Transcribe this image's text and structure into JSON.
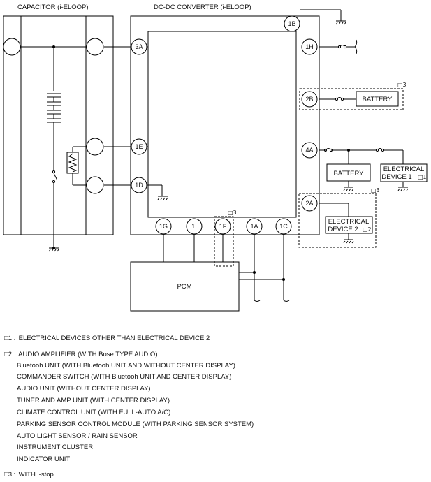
{
  "labels": {
    "capacitor": "CAPACITOR (i-ELOOP)",
    "converter": "DC-DC CONVERTER (i-ELOOP)",
    "pcm": "PCM",
    "battery_main": "BATTERY",
    "battery_aux": "BATTERY",
    "ed1_line1": "ELECTRICAL",
    "ed1_line2": "DEVICE 1",
    "ed1_mark": "□1",
    "ed2_line1": "ELECTRICAL",
    "ed2_line2": "DEVICE 2",
    "ed2_mark": "□2",
    "mark3": "□3"
  },
  "pins": {
    "p1B": "1B",
    "p3A": "3A",
    "p1H": "1H",
    "p2B": "2B",
    "p1E": "1E",
    "p4A": "4A",
    "p1D": "1D",
    "p2A": "2A",
    "p1G": "1G",
    "p1I": "1I",
    "p1F": "1F",
    "p1A": "1A",
    "p1C": "1C"
  },
  "notes": {
    "n1_key": "□1 :",
    "n1_text": "ELECTRICAL DEVICES OTHER THAN ELECTRICAL DEVICE 2",
    "n2_key": "□2 :",
    "n2_items": [
      "AUDIO AMPLIFIER (WITH Bose TYPE AUDIO)",
      "Bluetooh UNIT (WITH Bluetooh UNIT AND WITHOUT CENTER DISPLAY)",
      "COMMANDER SWITCH (WITH Bluetooh UNIT AND CENTER DISPLAY)",
      "AUDIO UNIT (WITHOUT CENTER DISPLAY)",
      "TUNER AND AMP UNIT (WITH CENTER DISPLAY)",
      "CLIMATE CONTROL UNIT (WITH FULL-AUTO A/C)",
      "PARKING SENSOR CONTROL MODULE (WITH PARKING SENSOR SYSTEM)",
      "AUTO LIGHT SENSOR / RAIN SENSOR",
      "INSTRUMENT CLUSTER",
      "INDICATOR UNIT"
    ],
    "n3_key": "□3 :",
    "n3_text": "WITH i-stop"
  }
}
